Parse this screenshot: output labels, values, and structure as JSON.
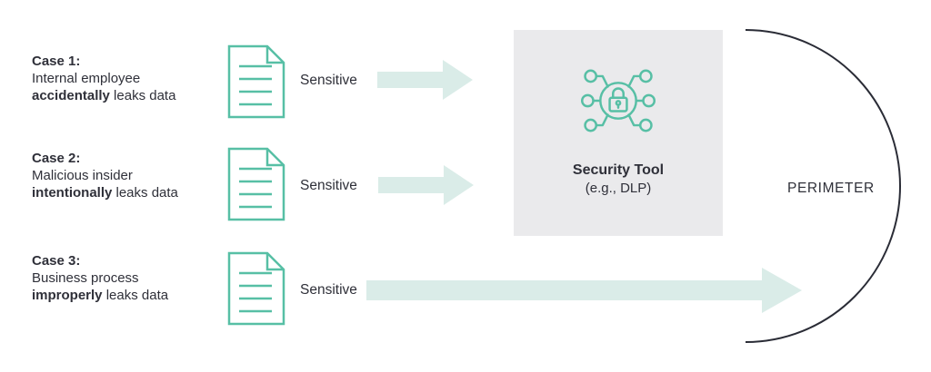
{
  "diagram": {
    "cases": [
      {
        "title": "Case 1:",
        "line1": "Internal employee",
        "line2_bold": "accidentally",
        "line2_rest": " leaks data",
        "sensitive_label": "Sensitive",
        "arrow": "short-arrow-to-security-tool"
      },
      {
        "title": "Case 2:",
        "line1": "Malicious insider",
        "line2_bold": "intentionally",
        "line2_rest": " leaks data",
        "sensitive_label": "Sensitive",
        "arrow": "short-arrow-to-security-tool"
      },
      {
        "title": "Case 3:",
        "line1": "Business process",
        "line2_bold": "improperly",
        "line2_rest": " leaks data",
        "sensitive_label": "Sensitive",
        "arrow": "long-arrow-past-security-tool-to-perimeter"
      }
    ],
    "security_tool": {
      "title": "Security Tool",
      "subtitle": "(e.g., DLP)"
    },
    "perimeter_label": "PERIMETER",
    "icons": {
      "document": "document-icon",
      "security": "network-lock-icon",
      "arrow": "block-arrow-right-icon",
      "perimeter": "perimeter-arc"
    },
    "colors": {
      "teal": "#57bfa5",
      "arrow_fill": "#daece8",
      "box_bg": "#eaeaec",
      "dark": "#2f3039"
    }
  }
}
